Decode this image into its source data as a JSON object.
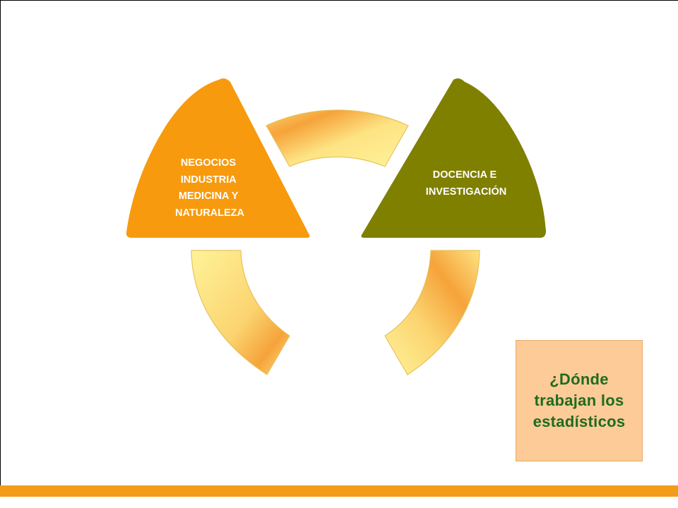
{
  "diagram": {
    "nodes": [
      {
        "lines": [
          "NEGOCIOS",
          "INDUSTRIA",
          "MEDICINA Y",
          "NATURALEZA"
        ],
        "color": "#f79a0e"
      },
      {
        "lines": [
          "DOCENCIA E",
          "INVESTIGACIÓN"
        ],
        "color": "#7f7f00"
      }
    ],
    "connector_colors": {
      "light": "#fff39a",
      "mid": "#fbd470",
      "dark": "#f6a33a",
      "stroke": "#e7c25a"
    }
  },
  "question": {
    "lines": [
      "¿Dónde",
      "trabajan los",
      "estadísticos"
    ],
    "background": "#fccb98",
    "text_color": "#1f6b1f"
  },
  "accent_bar_color": "#f39c1a"
}
